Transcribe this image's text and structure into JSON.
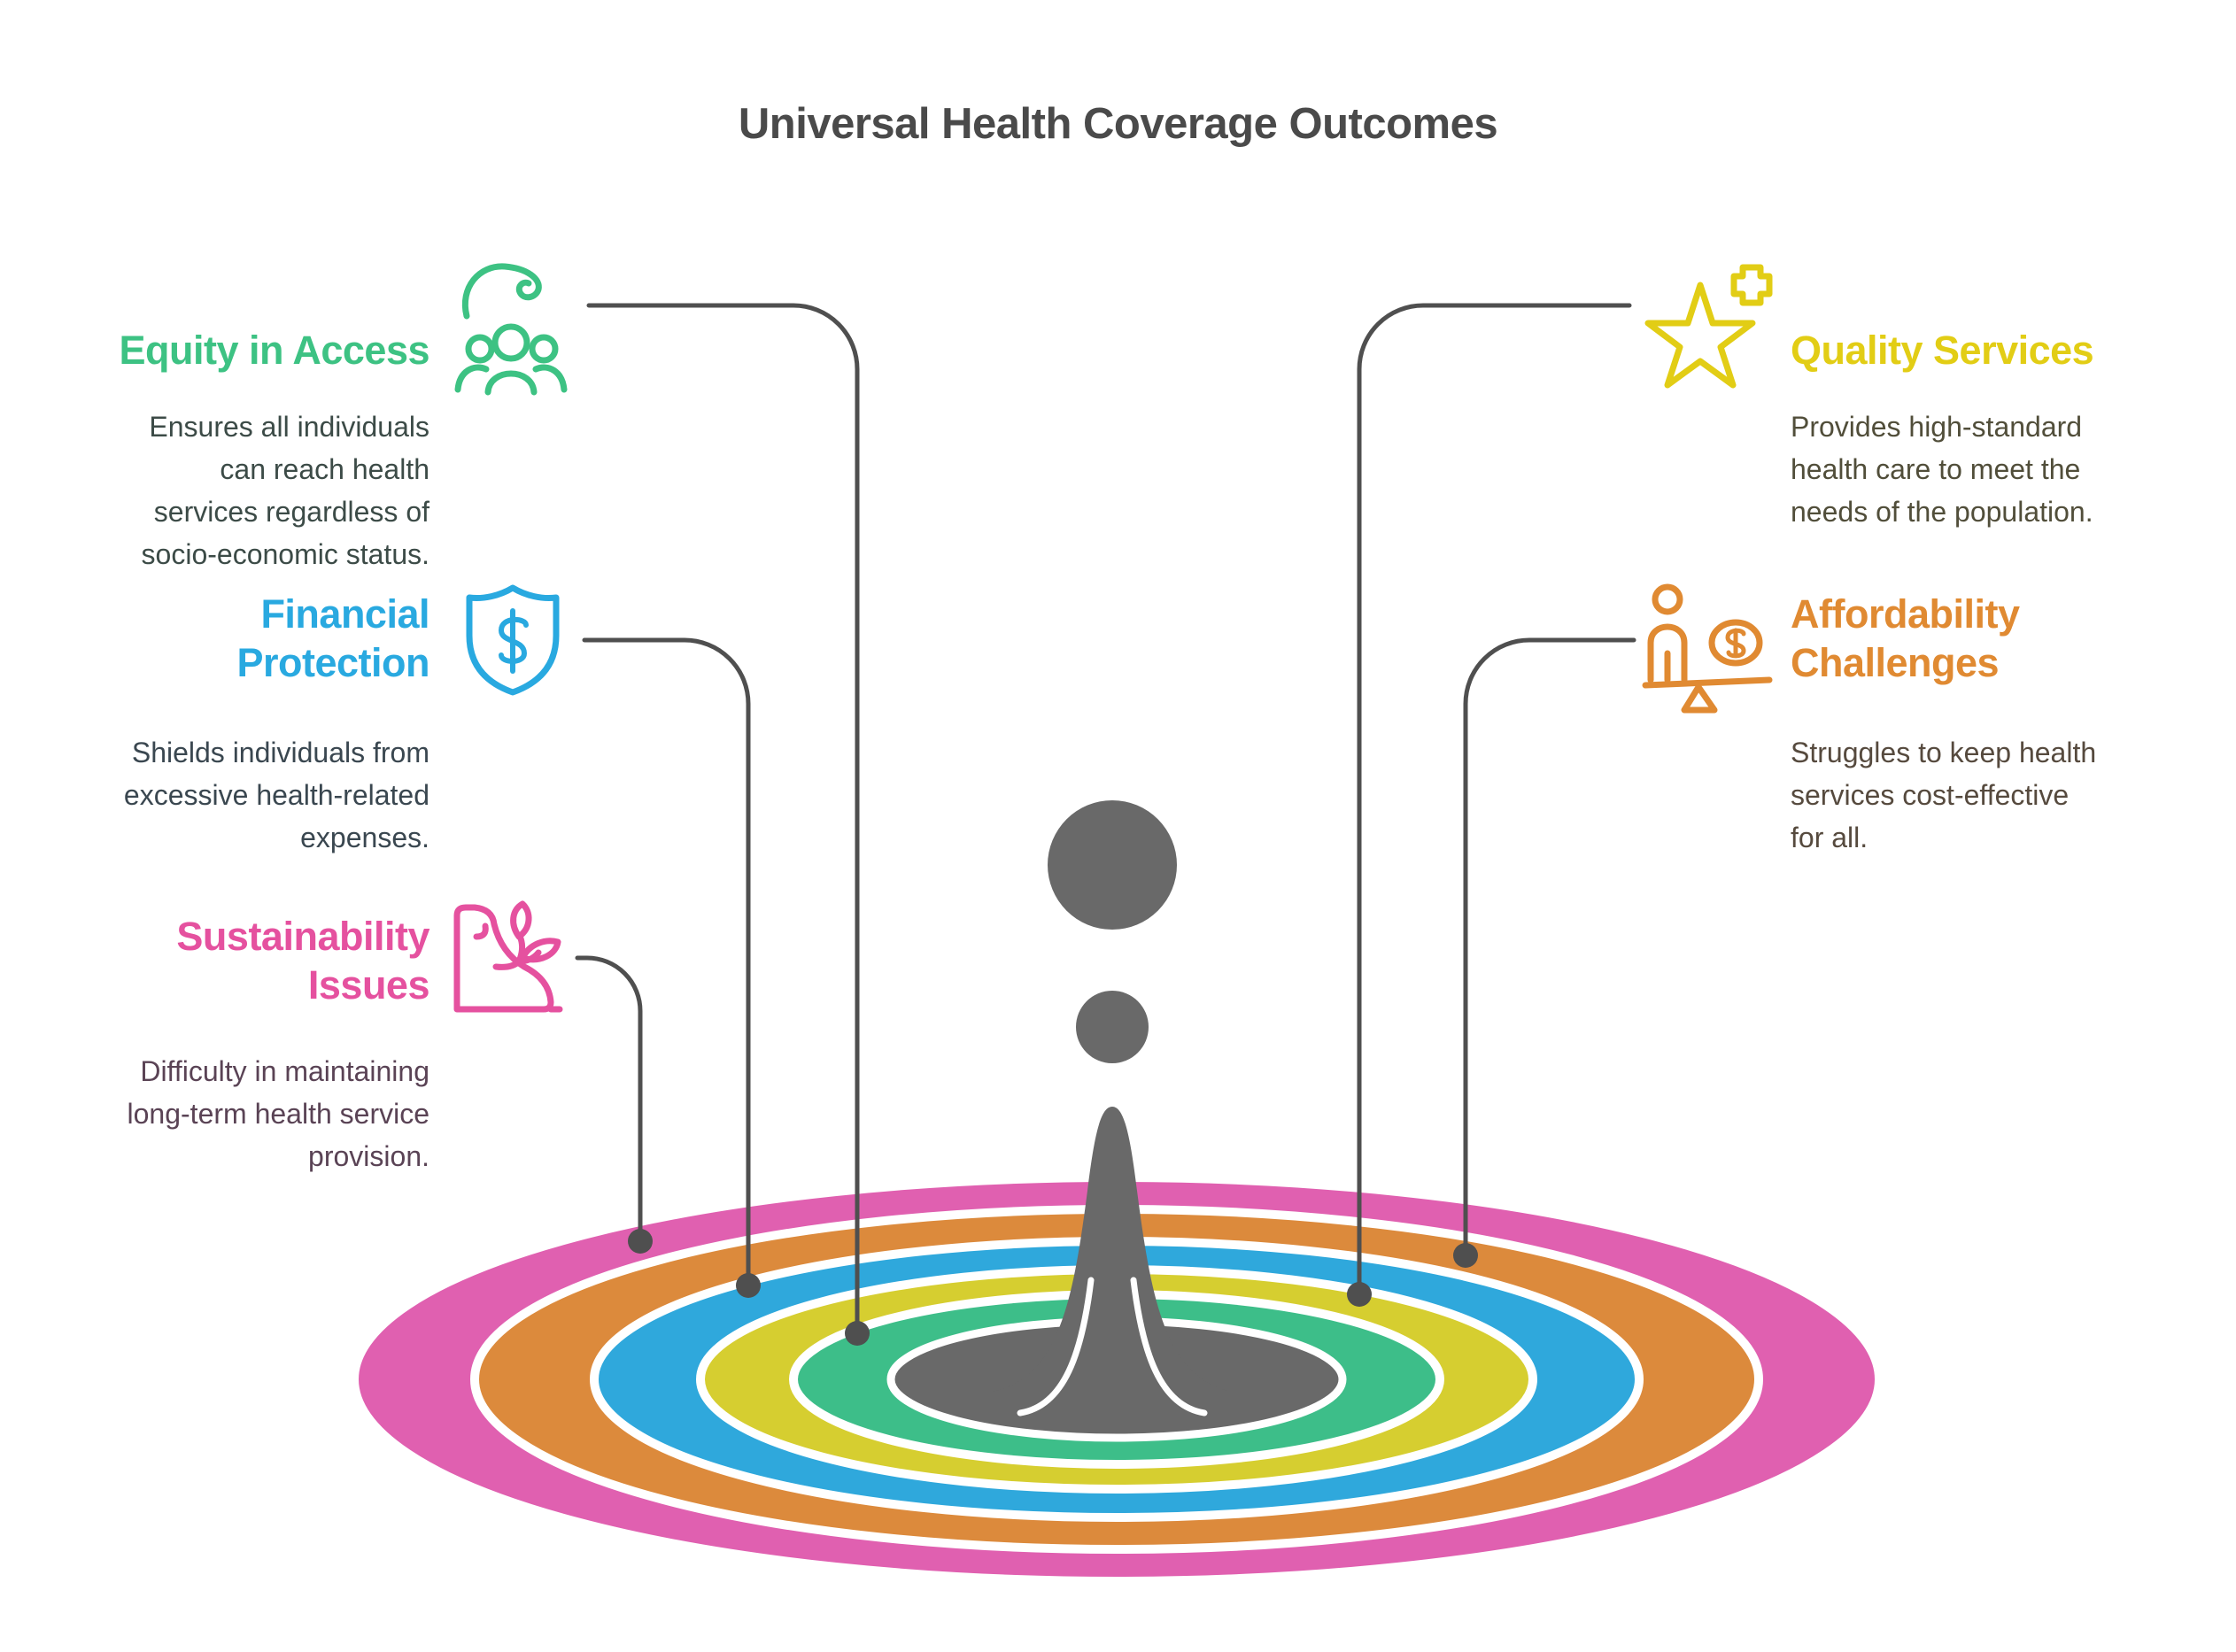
{
  "title": "Universal Health Coverage Outcomes",
  "title_color": "#4A4A4A",
  "connector_color": "#4F4F4F",
  "items": [
    {
      "id": "equity",
      "heading": "Equity in Access",
      "color": "#3DC283",
      "icon": "people-group-icon",
      "description": "Ensures all individuals\ncan reach health\nservices regardless of\nsocio-economic status.",
      "ring": "green"
    },
    {
      "id": "financial",
      "heading": "Financial\nProtection",
      "color": "#29A9E0",
      "icon": "shield-dollar-icon",
      "description": "Shields individuals from\nexcessive health-related\nexpenses.",
      "ring": "blue"
    },
    {
      "id": "sustainability",
      "heading": "Sustainability\nIssues",
      "color": "#E5519F",
      "icon": "plant-growth-icon",
      "description": "Difficulty in maintaining\nlong-term health service\nprovision.",
      "ring": "pink"
    },
    {
      "id": "quality",
      "heading": "Quality Services",
      "color": "#E2CD15",
      "icon": "star-plus-icon",
      "description": "Provides high-standard\nhealth care to meet the\nneeds of the population.",
      "ring": "yellow"
    },
    {
      "id": "affordability",
      "heading": "Affordability\nChallenges",
      "color": "#E08A32",
      "icon": "balance-scale-icon",
      "description": "Struggles to keep health\nservices cost-effective\nfor all.",
      "ring": "orange"
    }
  ],
  "ripple": {
    "center_color": "#696969",
    "rings": [
      {
        "name": "pink",
        "color": "#E060B0"
      },
      {
        "name": "orange",
        "color": "#DC8A3C"
      },
      {
        "name": "blue",
        "color": "#2FA8DC"
      },
      {
        "name": "yellow",
        "color": "#D6CE30"
      },
      {
        "name": "green",
        "color": "#3DBE89"
      }
    ]
  }
}
